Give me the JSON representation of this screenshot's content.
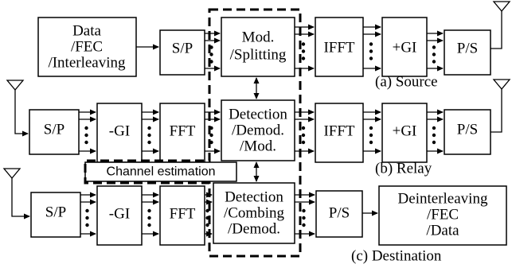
{
  "source": {
    "caption": "(a) Source",
    "blocks": {
      "data_fec": [
        "Data",
        "/FEC",
        "/Interleaving"
      ],
      "sp": [
        "S/P"
      ],
      "mod": [
        "Mod.",
        "/Splitting"
      ],
      "ifft": [
        "IFFT"
      ],
      "add_gi": [
        "+GI"
      ],
      "ps": [
        "P/S"
      ]
    }
  },
  "relay": {
    "caption": "(b) Relay",
    "blocks": {
      "sp": [
        "S/P"
      ],
      "remove_gi": [
        "-GI"
      ],
      "fft": [
        "FFT"
      ],
      "detection": [
        "Detection",
        "/Demod.",
        "/Mod."
      ],
      "ifft": [
        "IFFT"
      ],
      "add_gi": [
        "+GI"
      ],
      "ps": [
        "P/S"
      ]
    }
  },
  "destination": {
    "caption": "(c) Destination",
    "blocks": {
      "sp": [
        "S/P"
      ],
      "remove_gi": [
        "-GI"
      ],
      "fft": [
        "FFT"
      ],
      "detection": [
        "Detection",
        "/Combing",
        "/Demod."
      ],
      "ps": [
        "P/S"
      ],
      "deinterleaving": [
        "Deinterleaving",
        "/FEC",
        "/Data"
      ]
    }
  },
  "channel_estimation": "Channel estimation"
}
